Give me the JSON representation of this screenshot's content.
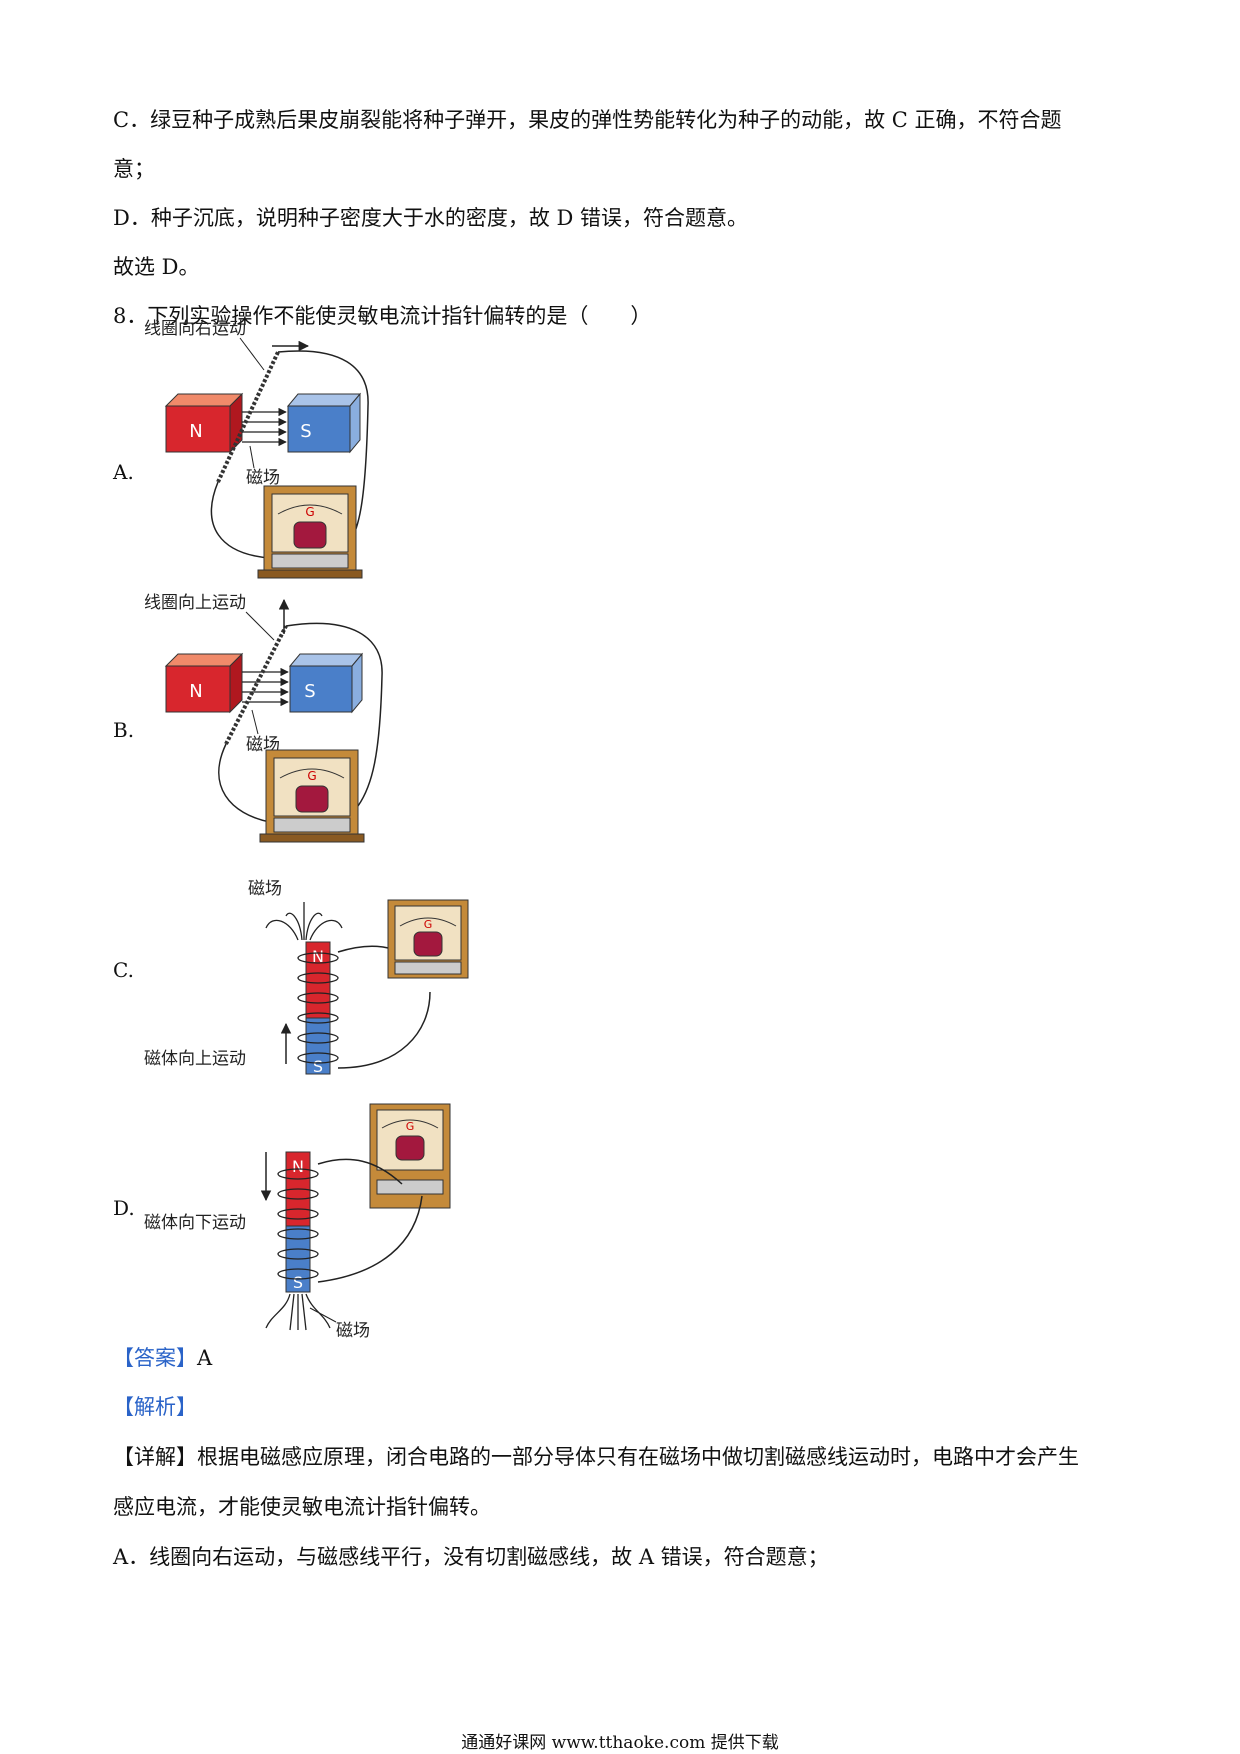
{
  "text": {
    "p1": "C．绿豆种子成熟后果皮崩裂能将种子弹开，果皮的弹性势能转化为种子的动能，故 C 正确，不符合题",
    "p1b": "意；",
    "p2": "D．种子沉底，说明种子密度大于水的密度，故 D 错误，符合题意。",
    "p3": "故选 D。",
    "q8": "8．下列实验操作不能使灵敏电流计指针偏转的是（　　）"
  },
  "options": {
    "a": {
      "label": "A.",
      "caption": "线圈向右运动",
      "field": "磁场",
      "north": "N",
      "south": "S",
      "meter": "G"
    },
    "b": {
      "label": "B.",
      "caption": "线圈向上运动",
      "field": "磁场",
      "north": "N",
      "south": "S",
      "meter": "G"
    },
    "c": {
      "label": "C.",
      "caption": "磁体向上运动",
      "field": "磁场",
      "north": "N",
      "south": "S",
      "meter": "G"
    },
    "d": {
      "label": "D.",
      "caption": "磁体向下运动",
      "field": "磁场",
      "north": "N",
      "south": "S",
      "meter": "G"
    }
  },
  "answer": {
    "tag": "【答案】",
    "value": "A"
  },
  "analysis": {
    "tag": "【解析】"
  },
  "detail": {
    "tag": "【详解】",
    "line1": "根据电磁感应原理，闭合电路的一部分导体只有在磁场中做切割磁感线运动时，电路中才会产生",
    "line2": "感应电流，才能使灵敏电流计指针偏转。",
    "line3": "A．线圈向右运动，与磁感线平行，没有切割磁感线，故 A 错误，符合题意；"
  },
  "footer": "通通好课网 www.tthaoke.com 提供下载",
  "colors": {
    "bracket": "#2a63c8",
    "magnet_north": "#d8262d",
    "magnet_south": "#4a7fc9"
  }
}
